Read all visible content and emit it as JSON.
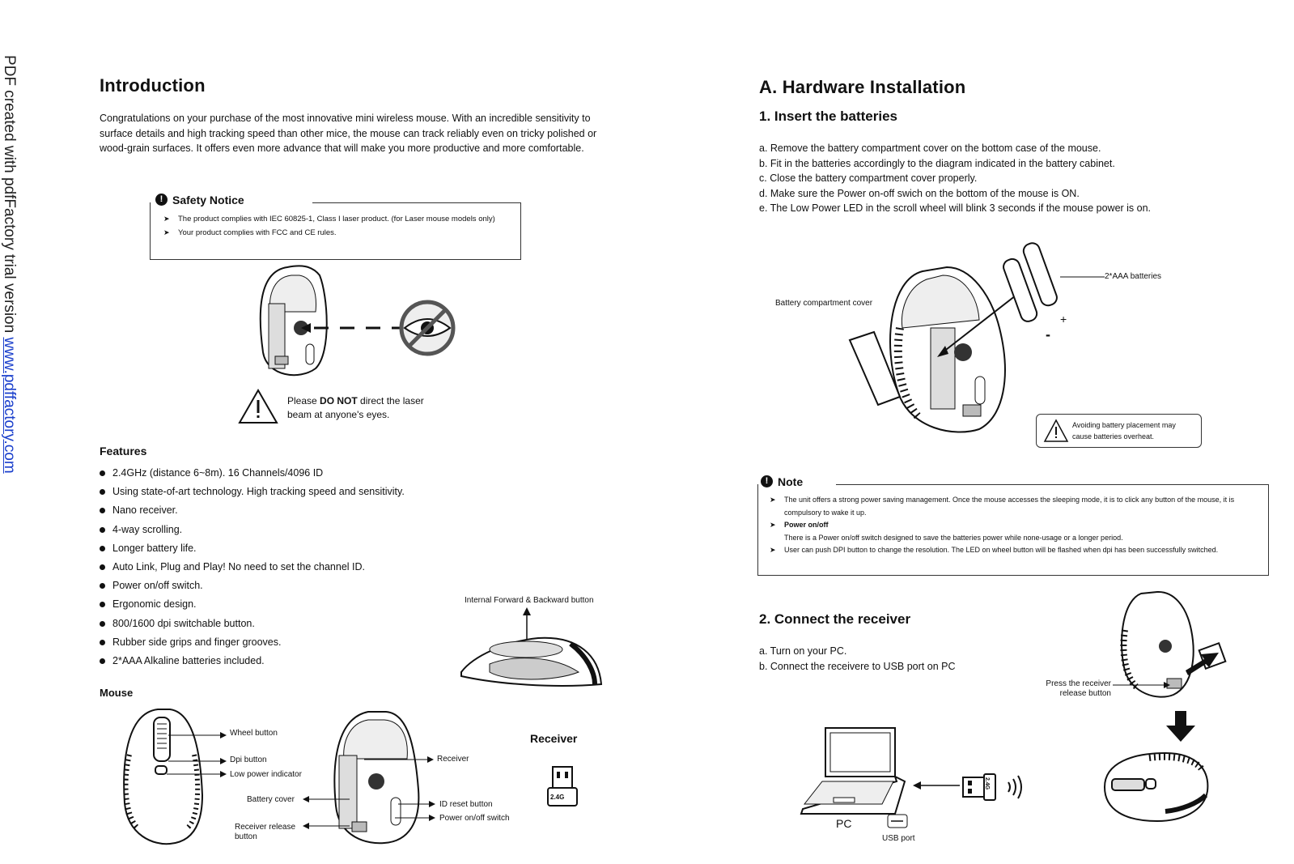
{
  "watermark": {
    "text": "PDF created with pdfFactory trial version ",
    "link": "www.pdffactory.com"
  },
  "left": {
    "intro_title": "Introduction",
    "intro_text": "Congratulations on your purchase of the most innovative mini wireless mouse. With an incredible sensitivity to surface details and high tracking speed than other mice, the mouse can track reliably even on tricky polished or wood-grain surfaces. It offers even more advance that will make you more productive and more comfortable.",
    "safety": {
      "title": "Safety Notice",
      "items": [
        "The product complies with IEC 60825-1, Class I laser product. (for Laser mouse models only)",
        "Your product complies with FCC and CE rules."
      ]
    },
    "warning_pre": "Please ",
    "warning_bold": "DO NOT",
    "warning_post": " direct the laser beam at anyone's eyes.",
    "features_title": "Features",
    "features": [
      "2.4GHz (distance 6~8m). 16 Channels/4096 ID",
      "Using state-of-art technology. High tracking speed and sensitivity.",
      "Nano receiver.",
      "4-way scrolling.",
      "Longer battery life.",
      "Auto Link, Plug and Play! No need to set the channel ID.",
      "Power on/off switch.",
      "Ergonomic design.",
      "800/1600 dpi switchable button.",
      "Rubber side grips and finger grooves.",
      "2*AAA Alkaline batteries included."
    ],
    "side_button_label": "Internal Forward & Backward button",
    "mouse_title": "Mouse",
    "receiver_title": "Receiver",
    "mouse_labels": {
      "wheel": "Wheel button",
      "dpi": "Dpi button",
      "low_power": "Low power indicator",
      "battery_cover": "Battery cover",
      "receiver_release": "Receiver release button",
      "receiver": "Receiver",
      "id_reset": "ID reset button",
      "power_switch": "Power on/off switch"
    },
    "receiver_chip": "2.4G"
  },
  "right": {
    "title": "A. Hardware Installation",
    "step1_title": "1. Insert the batteries",
    "step1_items": [
      "a. Remove the battery compartment cover on the bottom case of the mouse.",
      "b. Fit in the batteries accordingly to the diagram indicated in the battery cabinet.",
      "c. Close the battery compartment cover properly.",
      "d. Make sure the Power on-off swich on the bottom of the mouse is ON.",
      "e. The Low Power LED in the scroll wheel will blink 3 seconds if the mouse power is on."
    ],
    "battery_label": "2*AAA batteries",
    "cover_label": "Battery compartment cover",
    "plus": "+",
    "minus": "-",
    "battery_warning": "Avoiding battery placement may cause batteries overheat.",
    "note": {
      "title": "Note",
      "items": [
        {
          "bold": "",
          "text": "The unit offers a strong power saving management. Once the mouse accesses the sleeping mode, it is to click any button of the mouse, it is compulsory to wake it up."
        },
        {
          "bold": "Power on/off",
          "text": "There is a Power on/off switch designed to save the batteries power while none-usage or a longer period."
        },
        {
          "bold": "",
          "text": "User can push DPI button to change the resolution. The LED on wheel button will be flashed when dpi has been successfully switched."
        }
      ]
    },
    "step2_title": "2. Connect the receiver",
    "step2_items": [
      "a. Turn on your PC.",
      "b. Connect the receivere to USB port on PC"
    ],
    "press_label": "Press the receiver release button",
    "pc_label": "PC",
    "usb_label": "USB port",
    "receiver_chip": "2.4G"
  }
}
